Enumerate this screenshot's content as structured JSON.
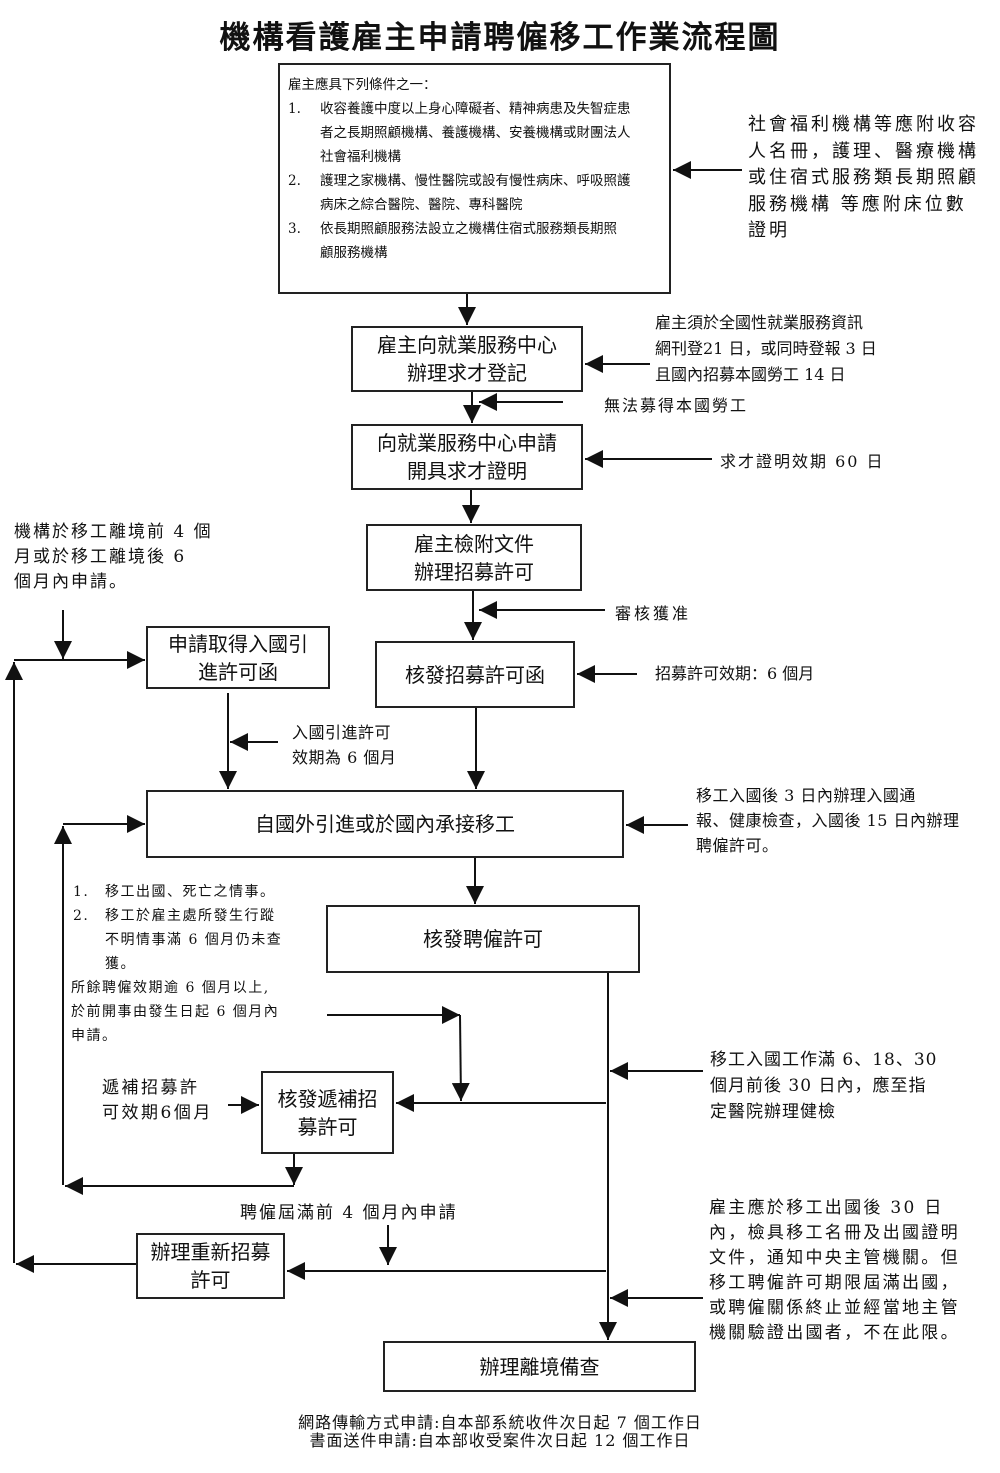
{
  "title": "機構看護雇主申請聘僱移工作業流程圖",
  "conditions": {
    "heading": "雇主應具下列條件之一：",
    "items": [
      {
        "num": "1.",
        "lines": [
          "收容養護中度以上身心障礙者、精神病患及失智症患",
          "者之長期照顧機構、養護機構、安養機構或財團法人",
          "社會福利機構"
        ]
      },
      {
        "num": "2.",
        "lines": [
          "護理之家機構、慢性醫院或設有慢性病床、呼吸照護",
          "病床之綜合醫院、醫院、專科醫院"
        ]
      },
      {
        "num": "3.",
        "lines": [
          "依長期照顧服務法設立之機構住宿式服務類長期照",
          "顧服務機構"
        ]
      }
    ]
  },
  "notes": {
    "documents": [
      "社會福利機構等應附收容",
      "人名冊，護理、醫療機構",
      "或住宿式服務類長期照顧",
      "服務機構 等應附床位數",
      "證明"
    ],
    "job_posting": [
      "雇主須於全國性就業服務資訊",
      "網刊登21 日，或同時登報 3 日",
      "且國內招募本國勞工 14 日"
    ],
    "no_local": "無法募得本國勞工",
    "cert_valid": "求才證明效期 60 日",
    "entry_timing": [
      "機構於移工離境前 4 個",
      "月或於移工離境後 6",
      "個月內申請。"
    ],
    "approved": "審核獲准",
    "recruit_valid": "招募許可效期：6 個月",
    "entry_valid": [
      "入國引進許可",
      "效期為 6 個月"
    ],
    "arrival": [
      "移工入國後 3 日內辦理入國通",
      "報、健康檢查，入國後 15 日內辦理",
      "聘僱許可。"
    ],
    "replacement_cases": {
      "items": [
        {
          "num": "1.",
          "lines": [
            "移工出國、死亡之情事。"
          ]
        },
        {
          "num": "2.",
          "lines": [
            "移工於雇主處所發生行蹤",
            "不明情事滿 6 個月仍未查",
            "獲。"
          ]
        }
      ],
      "tail": [
        "所餘聘僱效期逾 6 個月以上,",
        "於前開事由發生日起 6 個月內",
        "申請。"
      ]
    },
    "health_check": [
      "移工入國工作滿 6、18、30",
      "個月前後 30 日內，應至指",
      "定醫院辦理健檢"
    ],
    "replacement_valid": [
      "遞補招募許",
      "可效期6個月"
    ],
    "renewal_timing": "聘僱屆滿前 4 個月內申請",
    "departure": [
      "雇主應於移工出國後 30 日",
      "內，檢具移工名冊及出國證明",
      "文件，通知中央主管機關。但",
      "移工聘僱許可期限屆滿出國，",
      "或聘僱關係終止並經當地主管",
      "機關驗證出國者，不在此限。"
    ]
  },
  "steps": {
    "job_registration": [
      "雇主向就業服務中心",
      "辦理求才登記"
    ],
    "job_certificate": [
      "向就業服務中心申請",
      "開具求才證明"
    ],
    "recruit_apply": [
      "雇主檢附文件",
      "辦理招募許可"
    ],
    "entry_permit": [
      "申請取得入國引",
      "進許可函"
    ],
    "recruit_letter": [
      "核發招募許可函"
    ],
    "hire_worker": [
      "自國外引進或於國內承接移工"
    ],
    "employment_permit": [
      "核發聘僱許可"
    ],
    "replacement_permit": [
      "核發遞補招",
      "募許可"
    ],
    "re_recruit": [
      "辦理重新招募",
      "許可"
    ],
    "departure_record": [
      "辦理離境備查"
    ]
  },
  "footer": [
    "網路傳輸方式申請:自本部系統收件次日起 7 個工作日",
    "書面送件申請:自本部收受案件次日起 12 個工作日"
  ]
}
